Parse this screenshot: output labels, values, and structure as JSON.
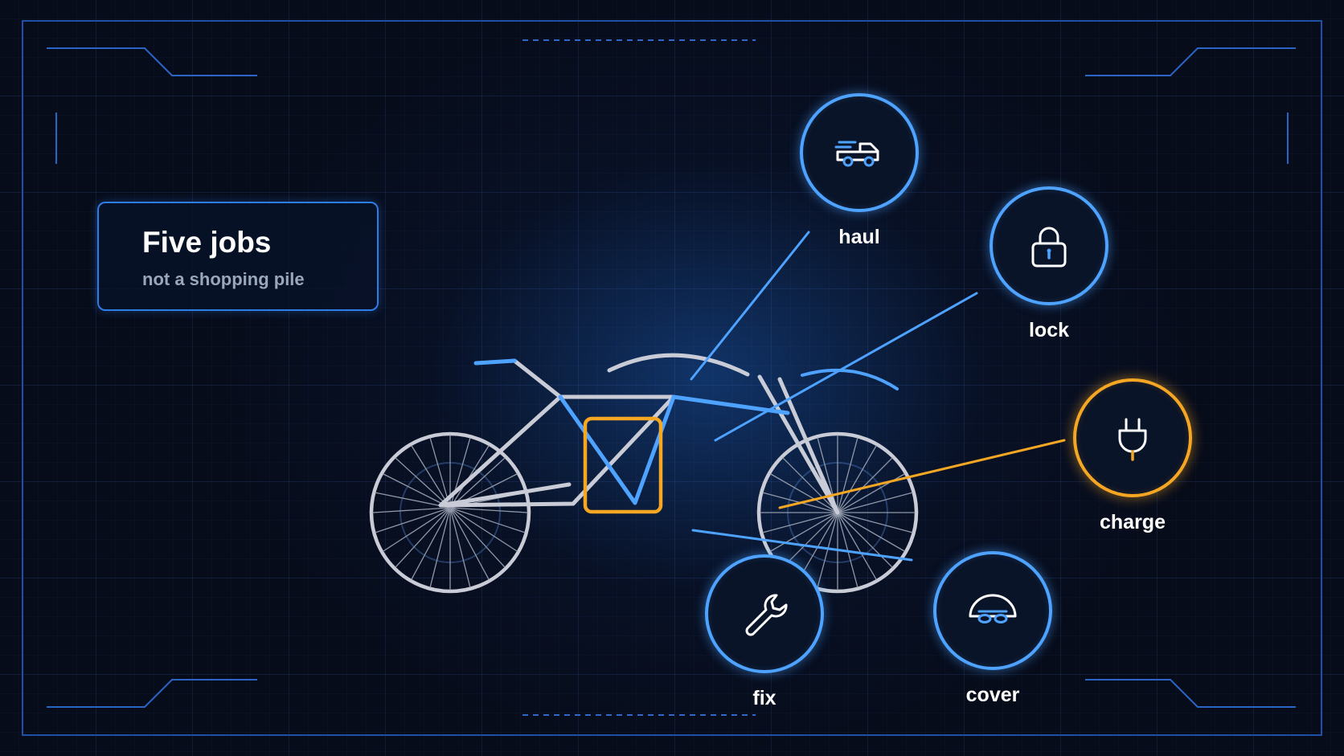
{
  "title_card": {
    "title": "Five jobs",
    "subtitle": "not a shopping pile"
  },
  "jobs": [
    {
      "id": "haul",
      "label": "haul",
      "icon": "truck-icon",
      "state": "normal"
    },
    {
      "id": "lock",
      "label": "lock",
      "icon": "padlock-icon",
      "state": "normal"
    },
    {
      "id": "charge",
      "label": "charge",
      "icon": "plug-icon",
      "state": "highlighted"
    },
    {
      "id": "fix",
      "label": "fix",
      "icon": "wrench-icon",
      "state": "normal"
    },
    {
      "id": "cover",
      "label": "cover",
      "icon": "helmet-icon",
      "state": "normal"
    }
  ],
  "colors": {
    "background": "#070c1a",
    "accent_blue": "#4da3ff",
    "accent_orange": "#f5a623",
    "frame_line": "#2a64c4",
    "bike_line": "#c9ccd6"
  }
}
